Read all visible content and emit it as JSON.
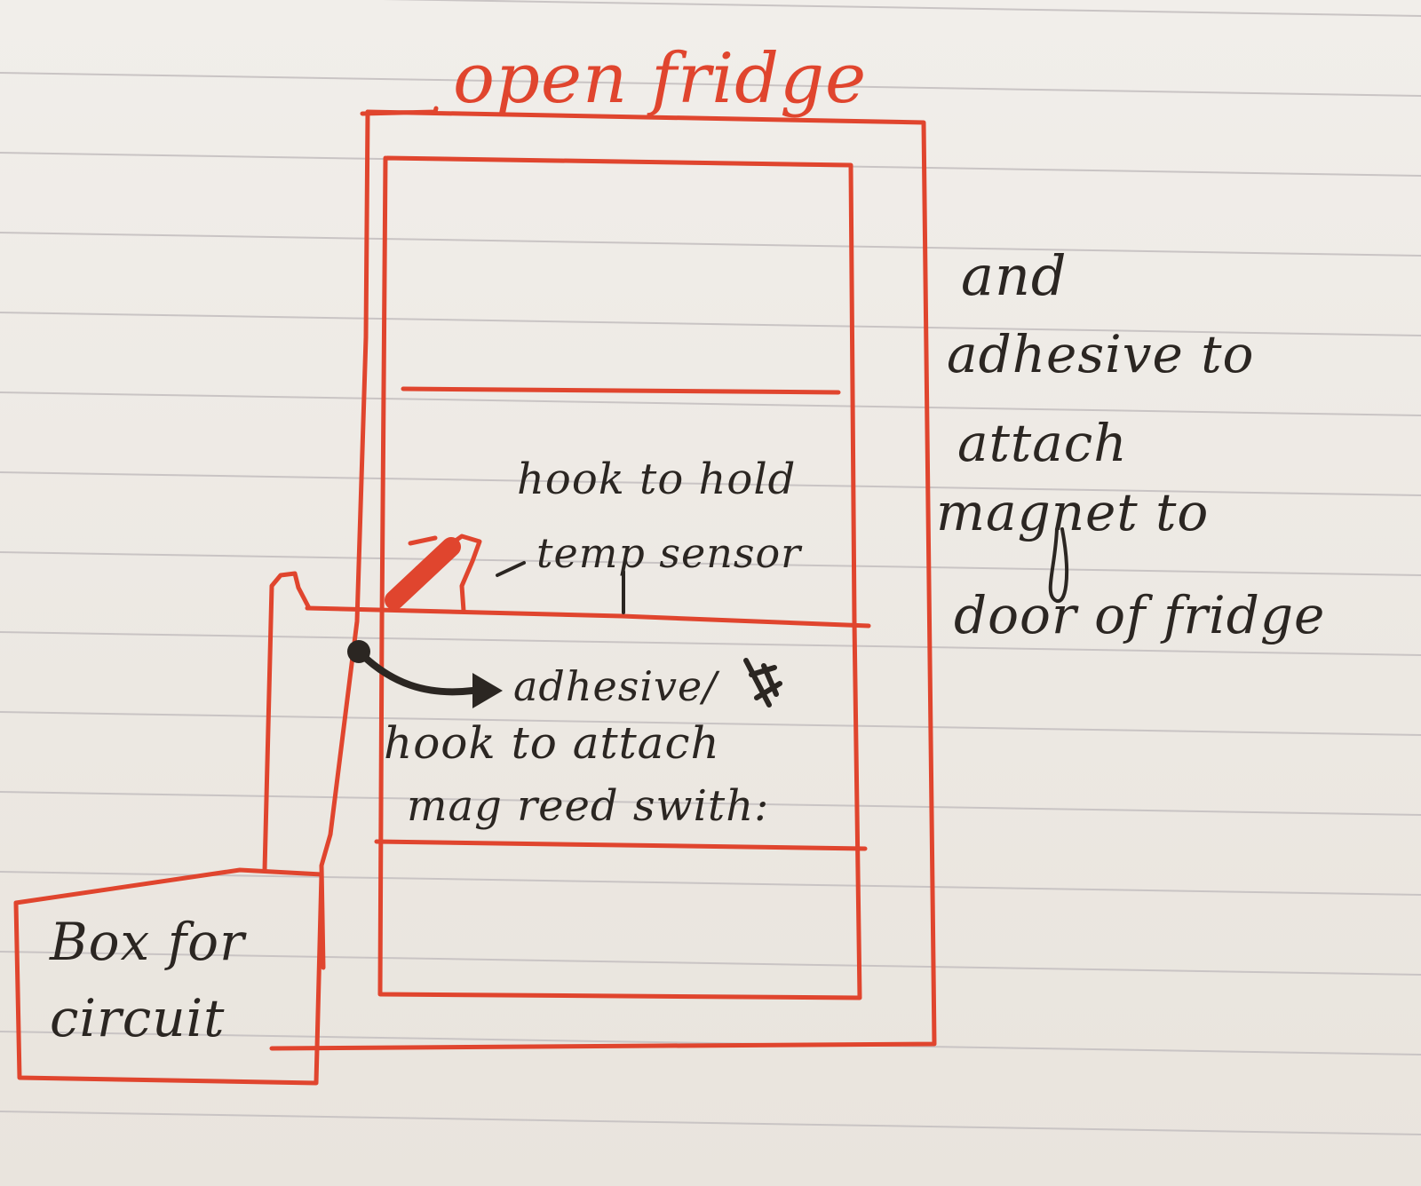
{
  "colors": {
    "paper": "#efebe6",
    "ruled_line": "#c9c4c4",
    "red_ink": "#e0452e",
    "black_ink": "#2b2622"
  },
  "labels": {
    "title": "open fridge",
    "side_note_1": "and",
    "side_note_2": "adhesive to",
    "side_note_3": "attach",
    "side_note_4": "magnet to",
    "side_note_5": "door of fridge",
    "hook_label_1": "hook to hold",
    "hook_label_2": "temp sensor",
    "adhesive_label_1": "adhesive/",
    "adhesive_label_2": "hook to attach",
    "adhesive_label_3": "mag reed swith:",
    "box_label_1": "Box for",
    "box_label_2": "circuit"
  }
}
